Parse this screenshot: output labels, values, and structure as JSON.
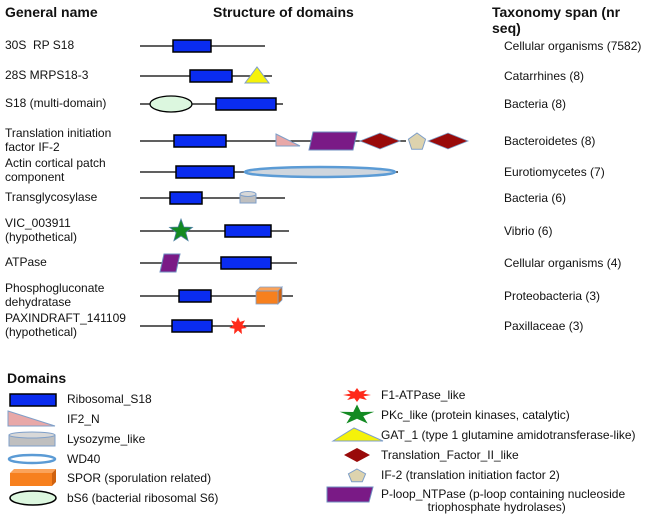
{
  "headers": {
    "general_name": "General name",
    "structure": "Structure of domains",
    "taxonomy": "Taxonomy span (nr seq)"
  },
  "rows": [
    {
      "name": "30S  RP S18",
      "taxonomy": "Cellular organisms (7582)",
      "domains": [
        "Ribosomal_S18"
      ]
    },
    {
      "name": "28S MRPS18-3",
      "taxonomy": "Catarrhines (8)",
      "domains": [
        "Ribosomal_S18",
        "GAT_1"
      ]
    },
    {
      "name": "S18 (multi-domain)",
      "taxonomy": "Bacteria (8)",
      "domains": [
        "bS6",
        "Ribosomal_S18"
      ]
    },
    {
      "name": "Translation initiation\nfactor IF-2",
      "taxonomy": "Bacteroidetes (8)",
      "domains": [
        "Ribosomal_S18",
        "IF2_N",
        "P-loop_NTPase",
        "Translation_Factor_II_like",
        "IF-2",
        "Translation_Factor_II_like"
      ]
    },
    {
      "name": "Actin cortical patch\ncomponent",
      "taxonomy": "Eurotiomycetes (7)",
      "domains": [
        "Ribosomal_S18",
        "WD40"
      ]
    },
    {
      "name": "Transglycosylase",
      "taxonomy": "Bacteria (6)",
      "domains": [
        "Ribosomal_S18",
        "Lysozyme_like"
      ]
    },
    {
      "name": "VIC_003911\n(hypothetical)",
      "taxonomy": "Vibrio (6)",
      "domains": [
        "PKc_like",
        "Ribosomal_S18"
      ]
    },
    {
      "name": "ATPase",
      "taxonomy": "Cellular organisms (4)",
      "domains": [
        "P-loop_NTPase",
        "Ribosomal_S18"
      ]
    },
    {
      "name": "Phosphogluconate\ndehydratase",
      "taxonomy": "Proteobacteria (3)",
      "domains": [
        "Ribosomal_S18",
        "SPOR"
      ]
    },
    {
      "name": "PAXINDRAFT_141109\n(hypothetical)",
      "taxonomy": "Paxillaceae (3)",
      "domains": [
        "Ribosomal_S18",
        "F1-ATPase_like"
      ]
    }
  ],
  "legend": {
    "title": "Domains",
    "left": [
      {
        "key": "Ribosomal_S18",
        "label": "Ribosomal_S18"
      },
      {
        "key": "IF2_N",
        "label": "IF2_N"
      },
      {
        "key": "Lysozyme_like",
        "label": "Lysozyme_like"
      },
      {
        "key": "WD40",
        "label": "WD40"
      },
      {
        "key": "SPOR",
        "label": "SPOR (sporulation related)"
      },
      {
        "key": "bS6",
        "label": "bS6 (bacterial ribosomal S6)"
      }
    ],
    "right": [
      {
        "key": "F1-ATPase_like",
        "label": "F1-ATPase_like"
      },
      {
        "key": "PKc_like",
        "label": "PKc_like (protein kinases, catalytic)"
      },
      {
        "key": "GAT_1",
        "label": "GAT_1 (type 1 glutamine amidotransferase-like)"
      },
      {
        "key": "Translation_Factor_II_like",
        "label": "Translation_Factor_II_like"
      },
      {
        "key": "IF-2",
        "label": "IF-2 (translation initiation factor 2)"
      },
      {
        "key": "P-loop_NTPase",
        "label": "P-loop_NTPase (p-loop containing nucleoside\n              triophosphate hydrolases)"
      }
    ]
  },
  "colors": {
    "Ribosomal_S18": "#0a2cf0",
    "IF2_N": "#e8a8a8",
    "Lysozyme_like": "#bfbfbf",
    "WD40": "#5b9bd5",
    "SPOR": "#f7801e",
    "bS6": "#dcf7df",
    "F1-ATPase_like": "#ff2a1a",
    "PKc_like": "#138a22",
    "GAT_1": "#f5f20a",
    "Translation_Factor_II_like": "#990a0a",
    "IF-2": "#ddd3ae",
    "P-loop_NTPase": "#7a1a86"
  }
}
